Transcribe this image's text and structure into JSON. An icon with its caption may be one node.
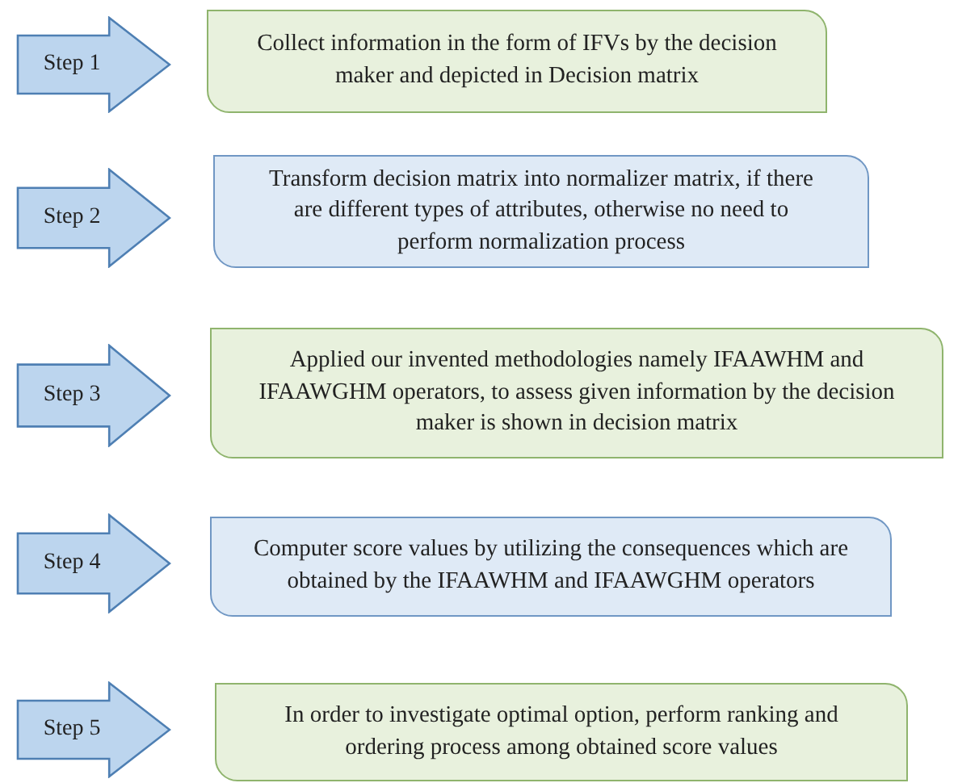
{
  "diagram": {
    "nodes": [
      {
        "text": [
          "Step 1"
        ]
      },
      {
        "text": [
          "Collect information in the form of IFVs by the decision maker and depicted in Decision matrix"
        ]
      },
      {
        "text": [
          "Step 2"
        ]
      },
      {
        "text": [
          "Transform decision matrix into normalizer matrix, if there are different types of attributes, otherwise no need to perform normalization process"
        ]
      },
      {
        "text": [
          "Step 3"
        ]
      },
      {
        "text": [
          "Applied our invented methodologies namely IFAAWHM and IFAAWGHM operators, to assess given information by the decision maker is shown in decision matrix"
        ]
      },
      {
        "text": [
          "Step 4"
        ]
      },
      {
        "text": [
          "Computer score values by utilizing the consequences which are obtained by the IFAAWHM and IFAAWGHM operators"
        ]
      },
      {
        "text": [
          "Step 5"
        ]
      },
      {
        "text": [
          "In order to investigate optimal option, perform ranking and ordering process among obtained score values"
        ]
      }
    ]
  }
}
